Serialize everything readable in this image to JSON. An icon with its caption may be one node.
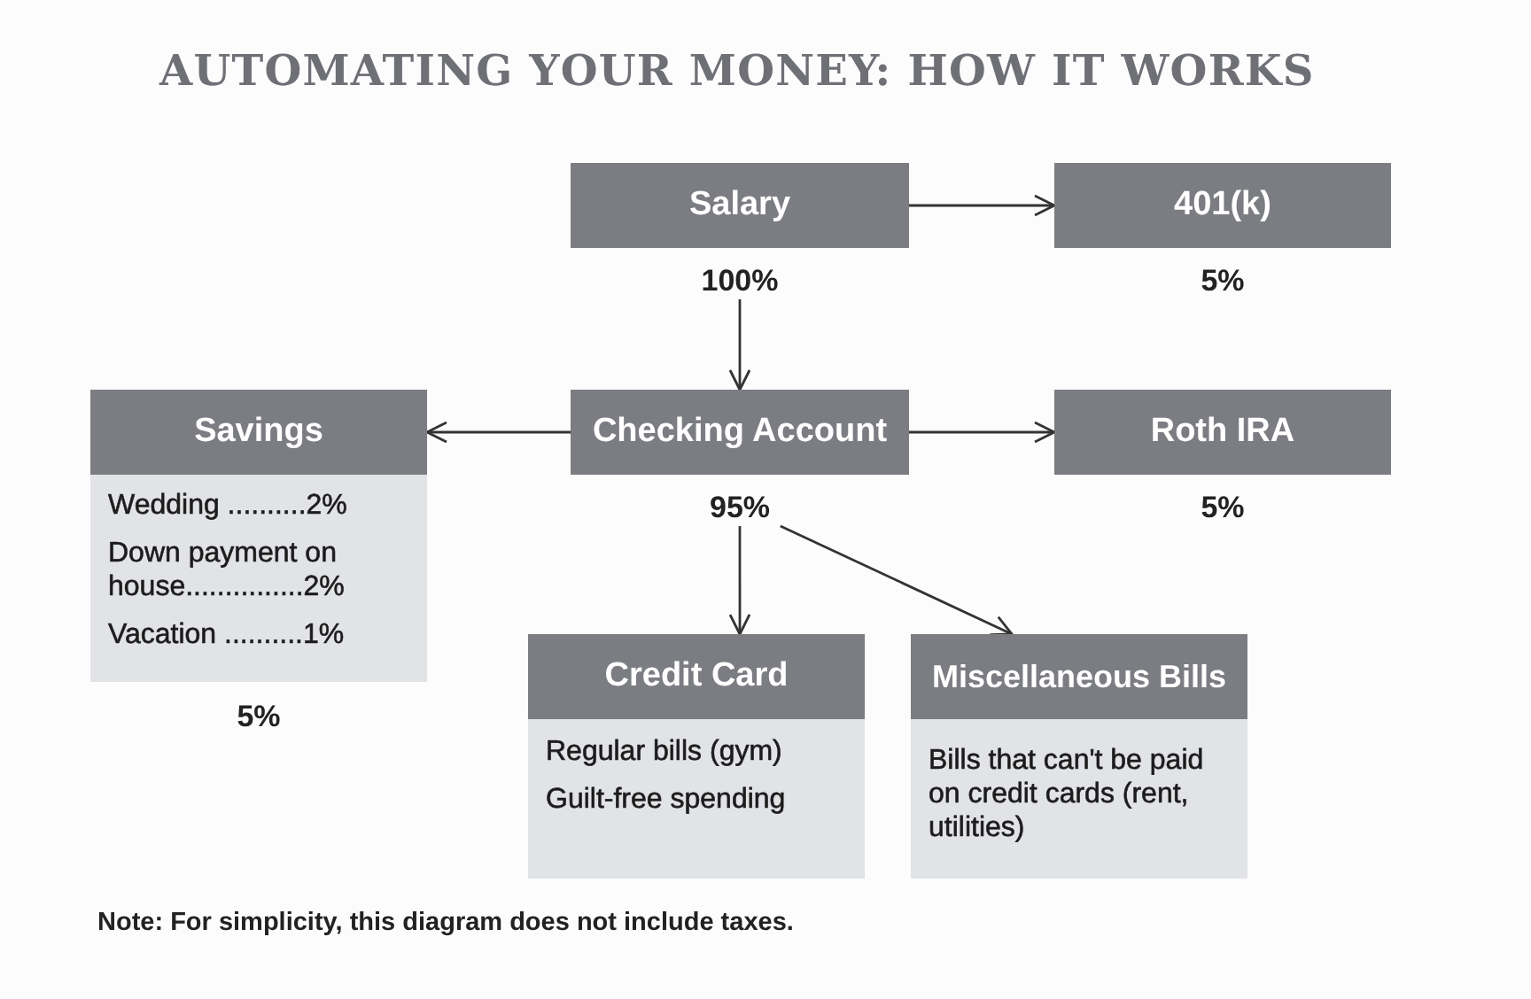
{
  "diagram": {
    "title": "AUTOMATING YOUR MONEY: HOW IT WORKS",
    "nodes": [
      {
        "text": [
          "Salary"
        ],
        "beside": [
          "100%"
        ]
      },
      {
        "text": [
          "401(k)"
        ],
        "beside": [
          "5%"
        ]
      },
      {
        "text": [
          "Savings",
          "Wedding ..........2%",
          "Down payment on house...............2%",
          "Vacation ..........1%"
        ],
        "beside": [
          "5%"
        ]
      },
      {
        "text": [
          "Checking Account"
        ],
        "beside": [
          "95%"
        ]
      },
      {
        "text": [
          "Roth IRA"
        ],
        "beside": [
          "5%"
        ]
      },
      {
        "text": [
          "Credit Card",
          "Regular bills (gym)",
          "Guilt-free spending"
        ]
      },
      {
        "text": [
          "Miscellaneous Bills",
          "Bills that can't be paid on credit cards (rent, utilities)"
        ]
      }
    ],
    "edges": [
      {
        "from": 0,
        "to": 1,
        "arrow": "to"
      },
      {
        "from": 0,
        "to": 3,
        "arrow": "to"
      },
      {
        "from": 3,
        "to": 2,
        "arrow": "to"
      },
      {
        "from": 3,
        "to": 4,
        "arrow": "to"
      },
      {
        "from": 3,
        "to": 5,
        "arrow": "to"
      },
      {
        "from": 3,
        "to": 6,
        "arrow": "to"
      }
    ],
    "labels": [
      "Note: For simplicity, this diagram does not include taxes."
    ]
  }
}
